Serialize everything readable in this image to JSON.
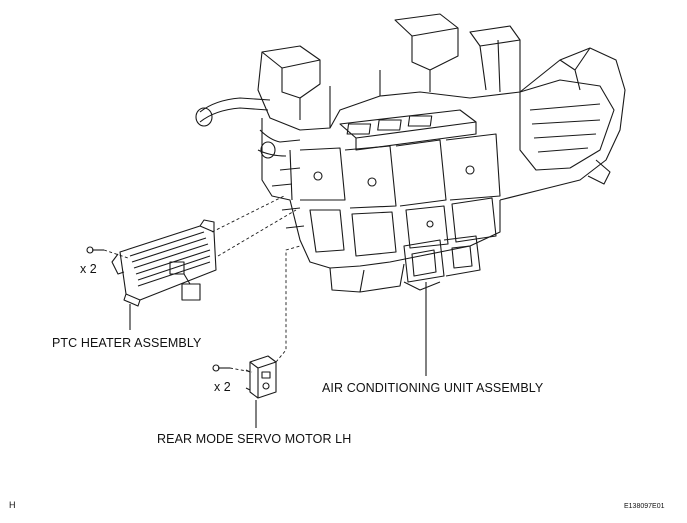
{
  "labels": {
    "ptc_heater": "PTC HEATER ASSEMBLY",
    "air_conditioning_unit": "AIR CONDITIONING UNIT ASSEMBLY",
    "rear_mode_servo": "REAR MODE SERVO MOTOR LH"
  },
  "quantities": {
    "ptc_screws": "x 2",
    "servo_screws": "x 2"
  },
  "corner_marks": {
    "left": "H",
    "right": "E138097E01"
  }
}
